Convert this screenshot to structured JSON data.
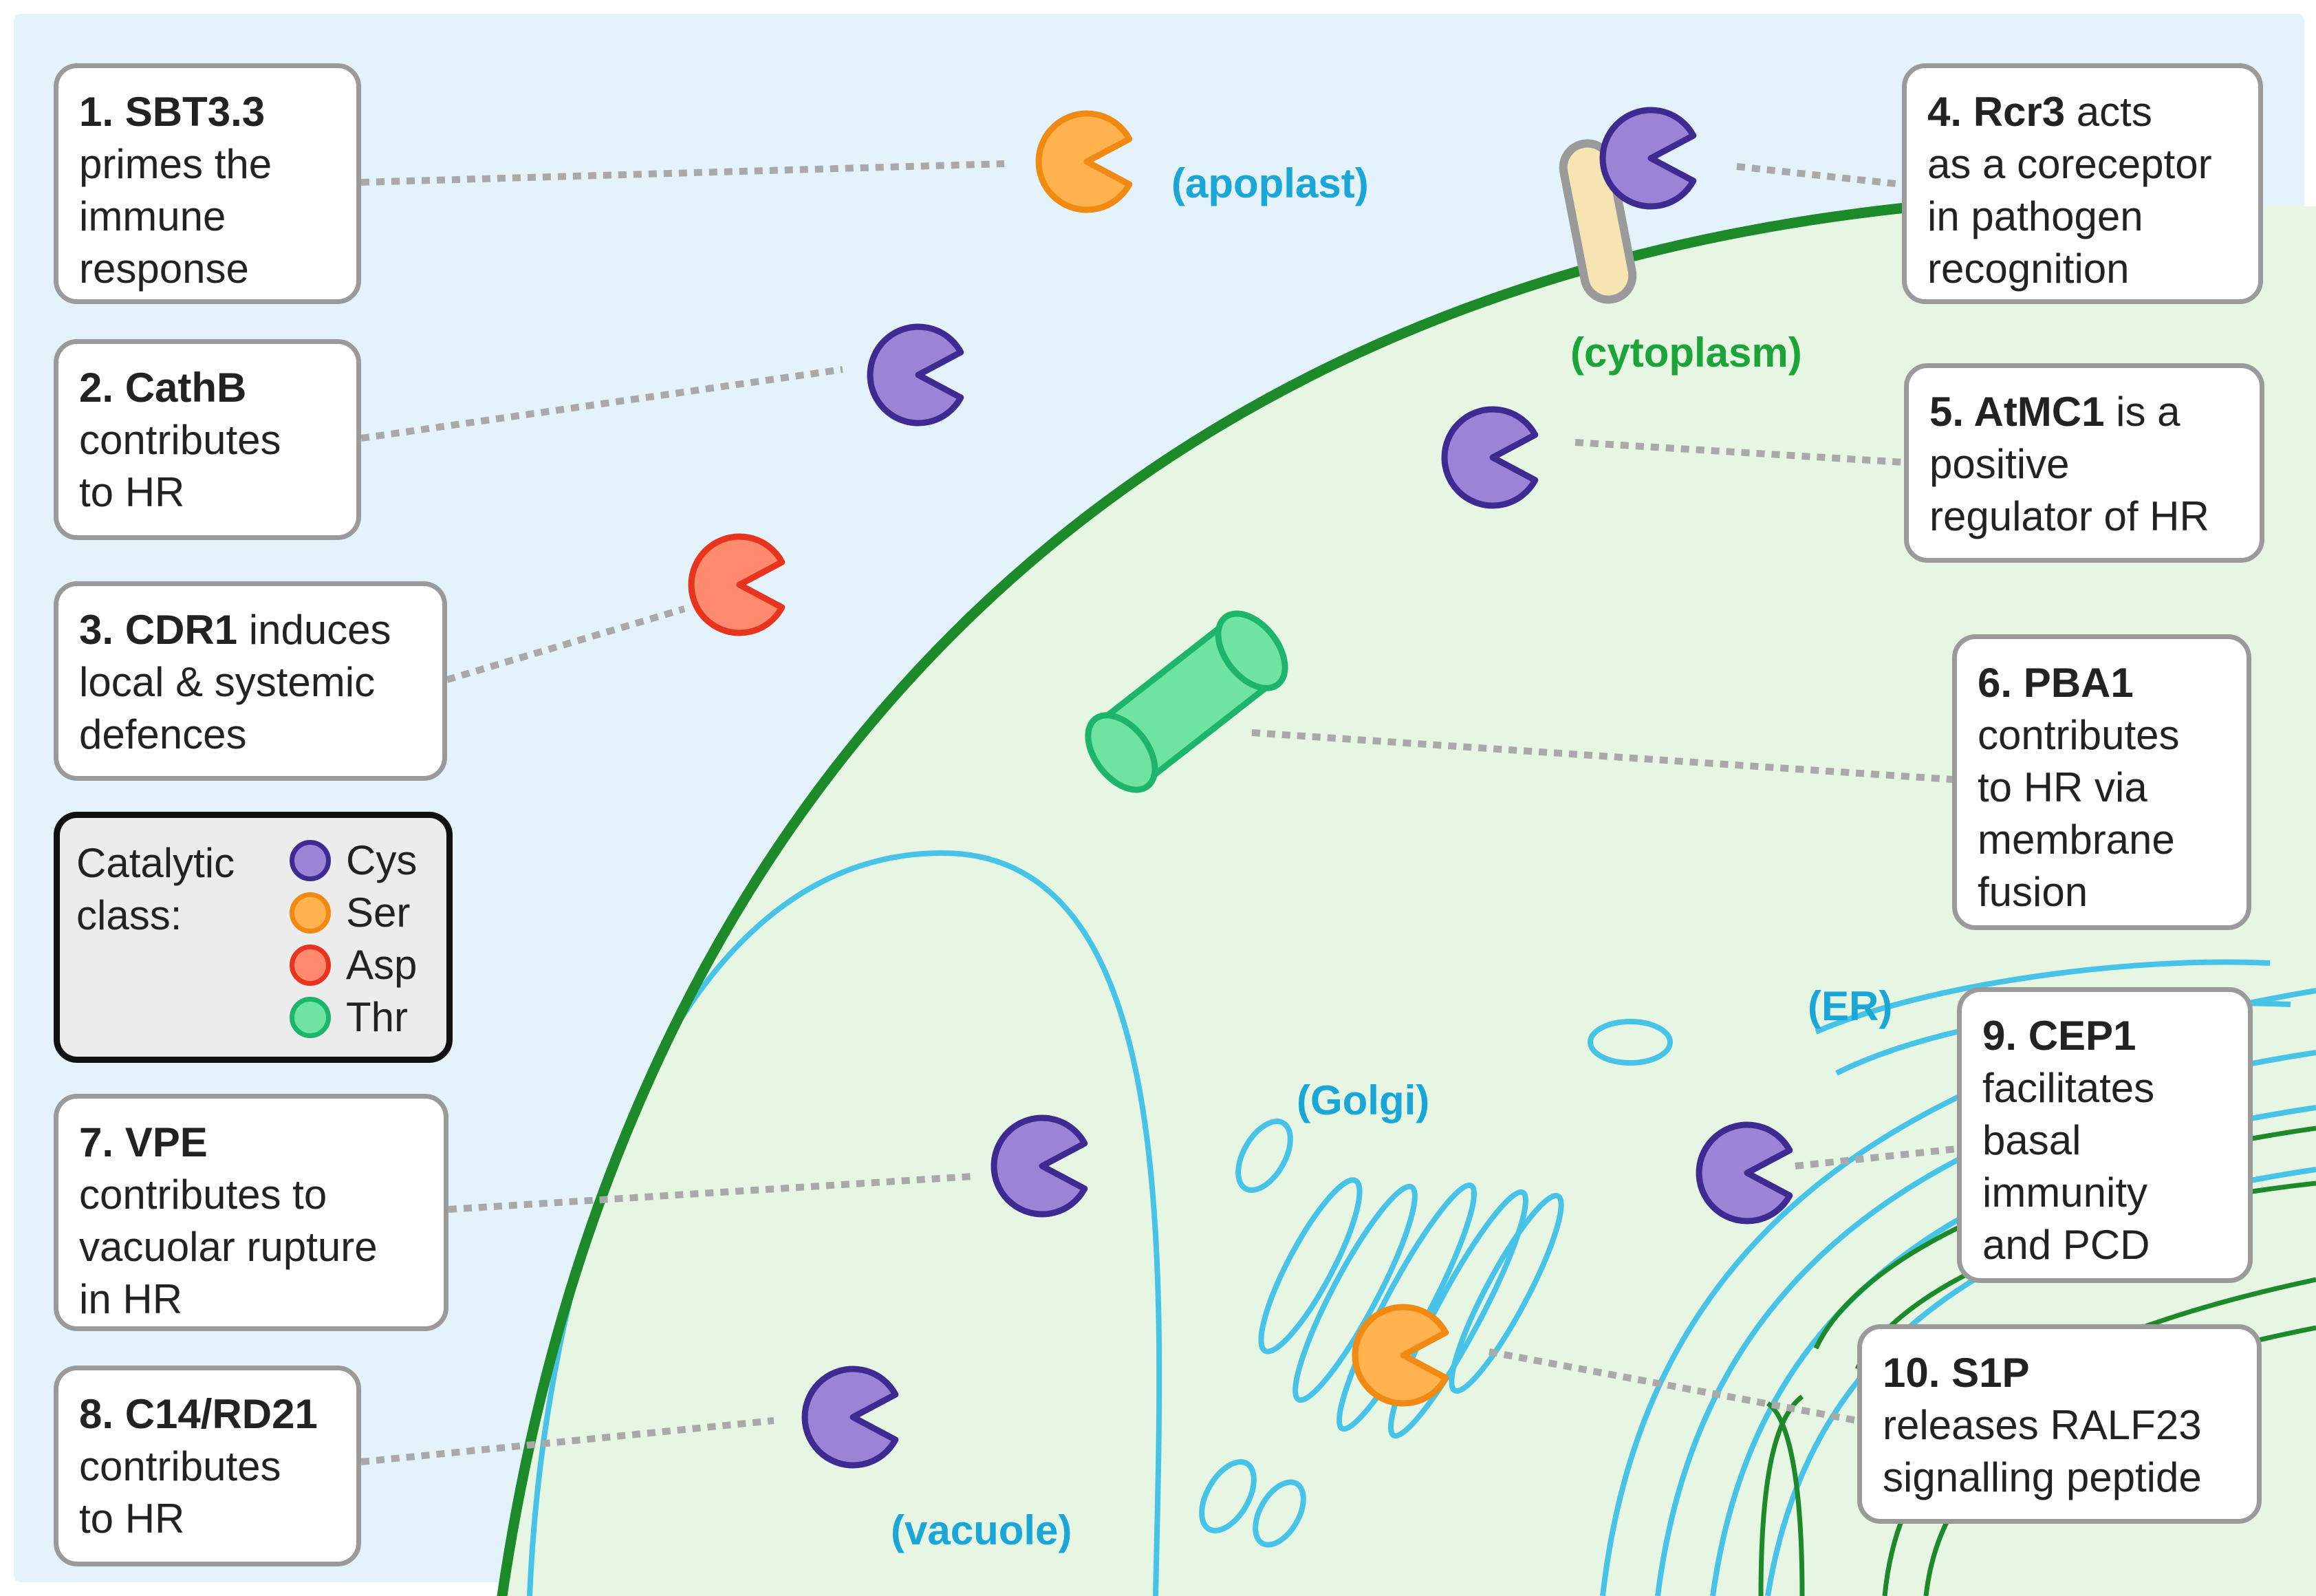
{
  "colors": {
    "apoplast_bg": "#e4f3fb",
    "cytoplasm_bg": "#e6f6e3",
    "cell_wall": "#1d8a2a",
    "organelle_line": "#47c3e8",
    "cys": "#9b84d6",
    "cys_border": "#3f2a92",
    "ser": "#ffb24d",
    "ser_border": "#f08a12",
    "asp": "#ff8a6e",
    "asp_border": "#e8341f",
    "thr": "#6fe3a0",
    "thr_border": "#1db56b",
    "leader": "#a9a9a9",
    "region_blue": "#1aa6d6",
    "region_green": "#1ca33a"
  },
  "regions": {
    "apoplast": "(apoplast)",
    "cytoplasm": "(cytoplasm)",
    "golgi": "(Golgi)",
    "er": "(ER)",
    "vacuole": "(vacuole)"
  },
  "callouts": [
    {
      "id": "sbt33",
      "title": "1. SBT3.3",
      "lines": [
        "primes the",
        "immune",
        "response"
      ]
    },
    {
      "id": "cathb",
      "title": "2. CathB",
      "lines": [
        "contributes",
        "to HR"
      ]
    },
    {
      "id": "cdr1",
      "title": "3. CDR1",
      "title_suffix": " induces",
      "lines": [
        "local & systemic",
        "defences"
      ]
    },
    {
      "id": "rcr3",
      "title": "4. Rcr3",
      "title_suffix": " acts",
      "lines": [
        "as a coreceptor",
        "in pathogen",
        "recognition"
      ]
    },
    {
      "id": "atmc1",
      "title": "5. AtMC1",
      "title_suffix": " is a",
      "lines": [
        "positive",
        "regulator of HR"
      ]
    },
    {
      "id": "pba1",
      "title": "6. PBA1",
      "lines": [
        "contributes",
        "to HR via",
        "membrane",
        "fusion"
      ]
    },
    {
      "id": "vpe",
      "title": "7. VPE",
      "lines": [
        "contributes to",
        "vacuolar rupture",
        "in HR"
      ]
    },
    {
      "id": "c14",
      "title": "8. C14/RD21",
      "lines": [
        "contributes",
        "to HR"
      ]
    },
    {
      "id": "cep1",
      "title": "9. CEP1",
      "lines": [
        "facilitates",
        "basal",
        "immunity",
        "and PCD"
      ]
    },
    {
      "id": "s1p",
      "title": "10. S1P",
      "lines": [
        "releases RALF23",
        "signalling peptide"
      ]
    }
  ],
  "legend": {
    "heading_lines": [
      "Catalytic",
      "class:"
    ],
    "items": [
      {
        "label": "Cys",
        "class": "cys"
      },
      {
        "label": "Ser",
        "class": "ser"
      },
      {
        "label": "Asp",
        "class": "asp"
      },
      {
        "label": "Thr",
        "class": "thr"
      }
    ]
  },
  "proteases": [
    {
      "id": "sbt33",
      "class": "ser"
    },
    {
      "id": "cathb",
      "class": "cys"
    },
    {
      "id": "cdr1",
      "class": "asp"
    },
    {
      "id": "rcr3",
      "class": "cys"
    },
    {
      "id": "atmc1",
      "class": "cys"
    },
    {
      "id": "pba1",
      "class": "thr"
    },
    {
      "id": "vpe",
      "class": "cys"
    },
    {
      "id": "c14",
      "class": "cys"
    },
    {
      "id": "cep1",
      "class": "cys"
    },
    {
      "id": "s1p",
      "class": "ser"
    }
  ]
}
